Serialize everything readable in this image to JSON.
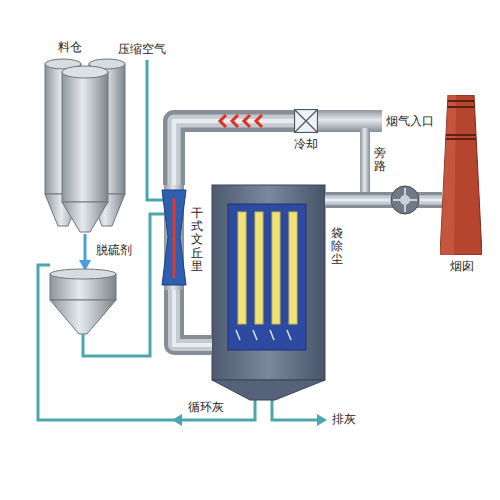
{
  "diagram": {
    "nodes": [
      {
        "text": [
          "料仓"
        ]
      },
      {
        "text": [
          "冷却"
        ]
      },
      {
        "text": [
          "干式文丘里"
        ]
      },
      {
        "text": [
          "袋除尘"
        ]
      },
      {
        "text": [
          "烟囱"
        ]
      }
    ],
    "edges": [
      {
        "from": 1,
        "to": 2,
        "arrow": "none"
      },
      {
        "from": 2,
        "to": 3,
        "arrow": "none"
      },
      {
        "from": 3,
        "to": 4,
        "arrow": "none"
      }
    ],
    "labels": [
      "压缩空气",
      "脱硫剂",
      "烟气入口",
      "旁路",
      "循环灰",
      "排灰"
    ]
  }
}
